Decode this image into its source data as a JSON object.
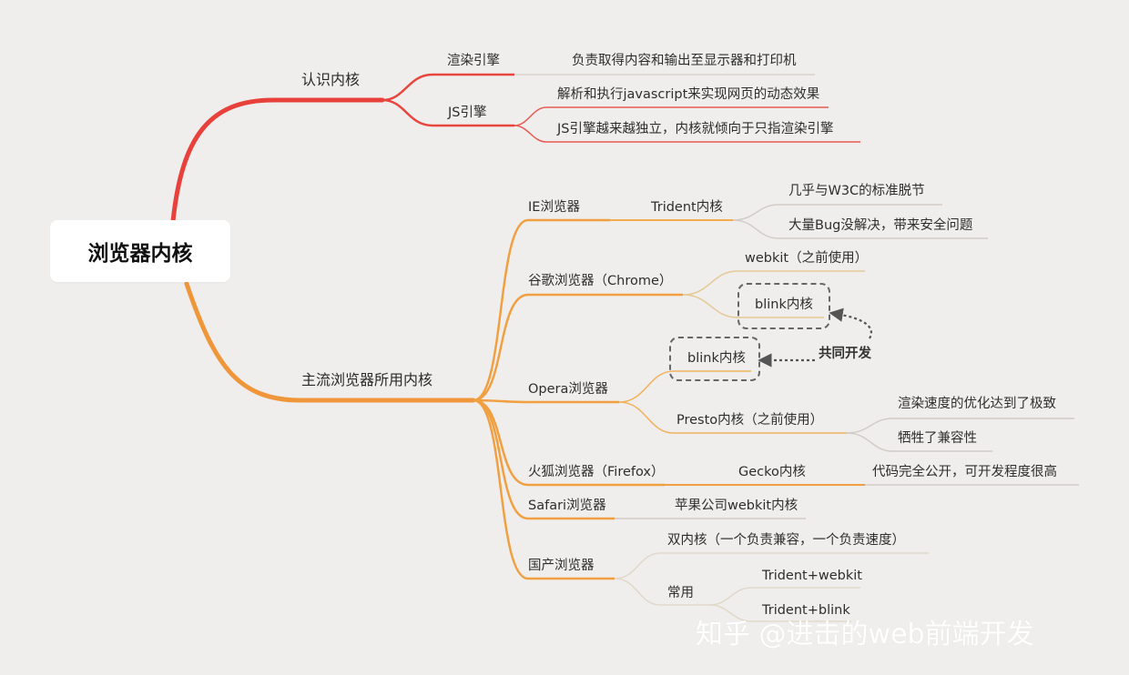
{
  "root": "浏览器内核",
  "branches": {
    "know": {
      "label": "认识内核",
      "render_engine": {
        "label": "渲染引擎",
        "desc": "负责取得内容和输出至显示器和打印机"
      },
      "js_engine": {
        "label": "JS引擎",
        "desc1": "解析和执行javascript来实现网页的动态效果",
        "desc2": "JS引擎越来越独立，内核就倾向于只指渲染引擎"
      }
    },
    "mainstream": {
      "label": "主流浏览器所用内核",
      "ie": {
        "label": "IE浏览器",
        "kernel": "Trident内核",
        "note1": "几乎与W3C的标准脱节",
        "note2": "大量Bug没解决，带来安全问题"
      },
      "chrome": {
        "label": "谷歌浏览器（Chrome）",
        "webkit": "webkit（之前使用）",
        "blink": "blink内核"
      },
      "co_dev": "共同开发",
      "opera": {
        "label": "Opera浏览器",
        "blink": "blink内核",
        "presto": "Presto内核（之前使用）",
        "presto_note1": "渲染速度的优化达到了极致",
        "presto_note2": "牺牲了兼容性"
      },
      "firefox": {
        "label": "火狐浏览器（Firefox）",
        "kernel": "Gecko内核",
        "note": "代码完全公开，可开发程度很高"
      },
      "safari": {
        "label": "Safari浏览器",
        "kernel": "苹果公司webkit内核"
      },
      "domestic": {
        "label": "国产浏览器",
        "dual": "双内核（一个负责兼容，一个负责速度）",
        "common": "常用",
        "combo1": "Trident+webkit",
        "combo2": "Trident+blink"
      }
    }
  },
  "watermark": "知乎 @进击的web前端开发",
  "colors": {
    "background": "#efeeed",
    "red_branch": "#e8413c",
    "orange_branch": "#f0a040",
    "leaf_line": "#c9c5c0",
    "dashed": "#666666"
  }
}
